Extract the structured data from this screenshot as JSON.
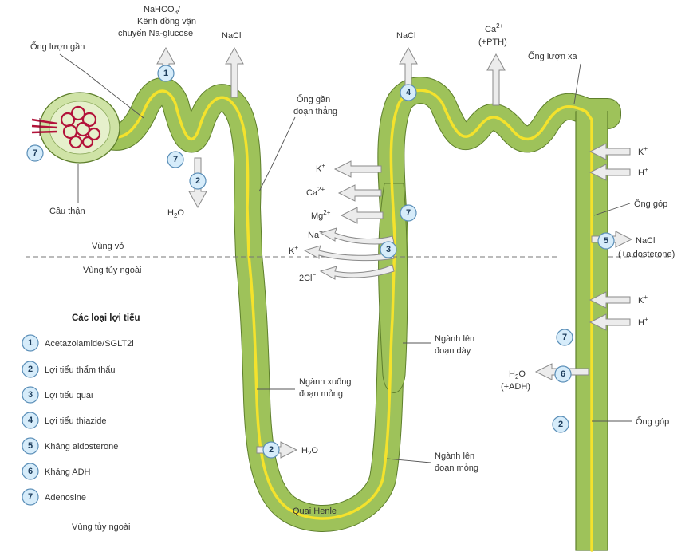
{
  "labels": {
    "proximal_tubule": "Ống lượn gần",
    "proximal_transport_l1": "NaHCO",
    "proximal_transport_l1b": "/",
    "proximal_transport_l2": "Kênh đồng vận",
    "proximal_transport_l3": "chuyển Na-glucose",
    "nacl_proximal": "NaCl",
    "straight_tubule_l1": "Ống gần",
    "straight_tubule_l2": "đoạn thẳng",
    "nacl_distal": "NaCl",
    "ca_pth_l1": "Ca",
    "ca_pth_l2": "(+PTH)",
    "distal_tubule": "Ống lượn xa",
    "glomerulus": "Cầu thận",
    "h2o_proximal": "H",
    "cortex": "Vùng vỏ",
    "outer_medulla": "Vùng tủy ngoài",
    "collecting_duct_upper": "Ống góp",
    "nacl_aldo_l1": "NaCl",
    "nacl_aldo_l2": "(+aldosterone)",
    "thick_ascending_l1": "Ngành lên",
    "thick_ascending_l2": "đoạn dày",
    "h2o_adh_l1": "H",
    "h2o_adh_l2": "(+ADH)",
    "collecting_duct_lower": "Ống góp",
    "thin_descending_l1": "Ngành xuống",
    "thin_descending_l2": "đoạn mỏng",
    "h2o_descending": "H",
    "thin_ascending_l1": "Ngành lên",
    "thin_ascending_l2": "đoạn mỏng",
    "loop_henle": "Quai Henle",
    "medulla_bottom": "Vùng tủy ngoài"
  },
  "ions": {
    "k_tal": "K",
    "ca_tal": "Ca",
    "mg_tal": "Mg",
    "na_tal": "Na",
    "k2_tal": "K",
    "cl_tal": "2Cl",
    "k_cd1": "K",
    "h_cd1": "H",
    "k_cd2": "K",
    "h_cd2": "H"
  },
  "legend": {
    "title": "Các loại lợi tiểu",
    "items": [
      {
        "num": "1",
        "label": "Acetazolamide/SGLT2i"
      },
      {
        "num": "2",
        "label": "Lợi tiểu thẩm thấu"
      },
      {
        "num": "3",
        "label": "Lợi tiểu quai"
      },
      {
        "num": "4",
        "label": "Lợi tiểu thiazide"
      },
      {
        "num": "5",
        "label": "Kháng aldosterone"
      },
      {
        "num": "6",
        "label": "Kháng ADH"
      },
      {
        "num": "7",
        "label": "Adenosine"
      }
    ]
  },
  "badges": {
    "proximal_1": "1",
    "proximal_2": "2",
    "glomerulus_7": "7",
    "proximal_7": "7",
    "distal_4": "4",
    "tal_7": "7",
    "tal_3": "3",
    "cd_5": "5",
    "cd_7": "7",
    "cd_6": "6",
    "cd_2": "2",
    "descending_2": "2"
  },
  "colors": {
    "tubule_fill": "#9ec25a",
    "tubule_outline": "#5e7f2c",
    "lumen": "#f4e22c",
    "glomerulus": "#b3123a",
    "capsule": "#cfe3a6",
    "badge_fill": "#d6ecfa",
    "arrow_fill": "#ececec"
  }
}
